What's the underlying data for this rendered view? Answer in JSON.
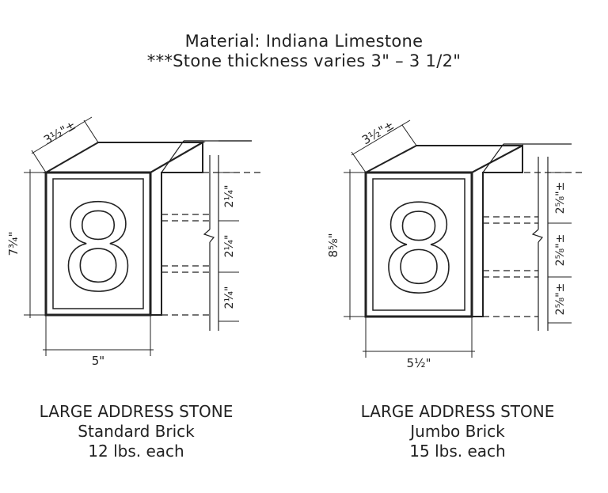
{
  "header": {
    "material_line": "Material:  Indiana Limestone",
    "thickness_line": "***Stone thickness varies 3\"  –  3 1/2\""
  },
  "stones": [
    {
      "digit": "8",
      "depth_label": "3½\"±",
      "height_label": "7¾\"",
      "width_label": "5\"",
      "course_labels": [
        "2¼\"",
        "2¼\"",
        "2¼\""
      ],
      "caption": {
        "title": "LARGE ADDRESS STONE",
        "brick": "Standard Brick",
        "weight": "12 lbs. each"
      }
    },
    {
      "digit": "8",
      "depth_label": "3½\"±",
      "height_label": "8⅝\"",
      "width_label": "5½\"",
      "course_labels": [
        "2⅝\"±",
        "2⅝\"±",
        "2⅝\"±"
      ],
      "caption": {
        "title": "LARGE ADDRESS STONE",
        "brick": "Jumbo Brick",
        "weight": "15 lbs. each"
      }
    }
  ]
}
